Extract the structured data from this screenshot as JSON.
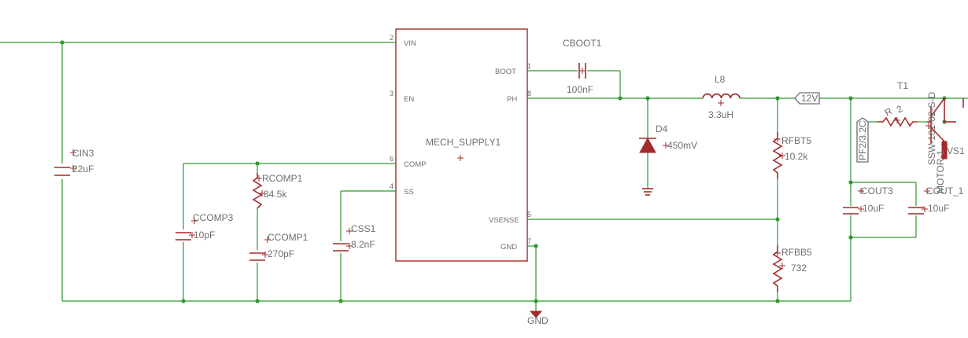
{
  "ic": {
    "name": "MECH_SUPPLY1",
    "pins": {
      "vin": {
        "num": "2",
        "label": "VIN"
      },
      "en": {
        "num": "3",
        "label": "EN"
      },
      "comp": {
        "num": "6",
        "label": "COMP"
      },
      "ss": {
        "num": "4",
        "label": "SS"
      },
      "boot": {
        "num": "1",
        "label": "BOOT"
      },
      "ph": {
        "num": "8",
        "label": "PH"
      },
      "vsense": {
        "num": "5",
        "label": "VSENSE"
      },
      "gnd": {
        "num": "7",
        "label": "GND"
      }
    }
  },
  "components": {
    "cboot": {
      "name": "CBOOT1",
      "value": "100nF"
    },
    "l": {
      "name": "L8",
      "value": "3.3uH"
    },
    "d": {
      "name": "D4",
      "value": "450mV"
    },
    "cin": {
      "name": "CIN3",
      "value": "22uF"
    },
    "rcomp": {
      "name": "RCOMP1",
      "value": "84.5k"
    },
    "ccomp3": {
      "name": "CCOMP3",
      "value": "10pF"
    },
    "ccomp1": {
      "name": "CCOMP1",
      "value": "270pF"
    },
    "css": {
      "name": "CSS1",
      "value": "8.2nF"
    },
    "rfbt": {
      "name": "RFBT5",
      "value": "10.2k"
    },
    "rfbb": {
      "name": "RFBB5",
      "value": "732"
    },
    "cout3": {
      "name": "COUT3",
      "value": "10uF"
    },
    "cout1": {
      "name": "COUT_1",
      "value": "10uF"
    },
    "t": {
      "name": "T1"
    },
    "r": {
      "name": "R",
      "value": "2"
    },
    "sw": {
      "name": "SSW-101-02-S-D"
    },
    "vs": {
      "name": "VS1"
    },
    "motor": {
      "name": "MOTOR-1"
    }
  },
  "net_labels": {
    "v12": "12V",
    "pf": "PF2/3.2C",
    "gnd": "GND"
  },
  "colors": {
    "wire": "#2e9a2e",
    "part": "#a32a2a",
    "text": "#6e6e6e"
  }
}
